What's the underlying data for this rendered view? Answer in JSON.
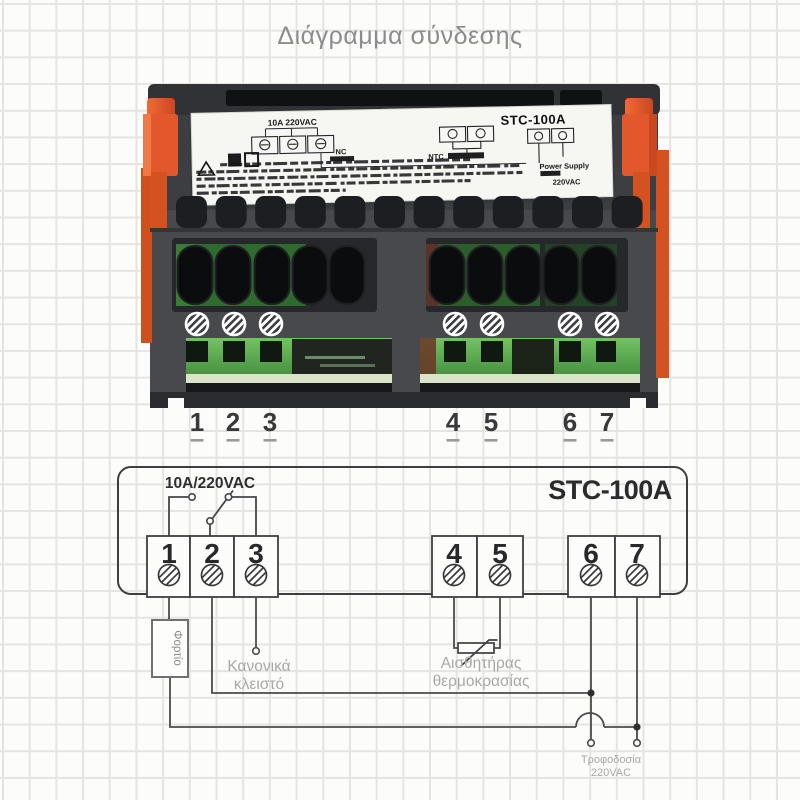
{
  "page": {
    "title": "Διάγραμμα σύνδεσης"
  },
  "device": {
    "label": {
      "rating": "10A 220VAC",
      "nc": "NC",
      "ntc": "NTC",
      "model": "STC-100A",
      "power_line1": "Power Supply",
      "power_line2": "220VAC"
    },
    "terminal_numbers": [
      "1",
      "2",
      "3",
      "4",
      "5",
      "6",
      "7"
    ],
    "colors": {
      "clip_orange": "#e2572b",
      "body_gray": "#47494d",
      "terminal_green": "#5caf54"
    }
  },
  "schematic": {
    "model": "STC-100A",
    "relay_rating": "10A/220VAC",
    "terminals": [
      "1",
      "2",
      "3",
      "4",
      "5",
      "6",
      "7"
    ],
    "load_label": "Φορτίο",
    "normally_closed_line1": "Κανονικά",
    "normally_closed_line2": "κλειστό",
    "sensor_line1": "Αισθητήρας",
    "sensor_line2": "θερμοκρασίας",
    "power_line1": "Τροφοδοσία",
    "power_line2": "220VAC"
  }
}
